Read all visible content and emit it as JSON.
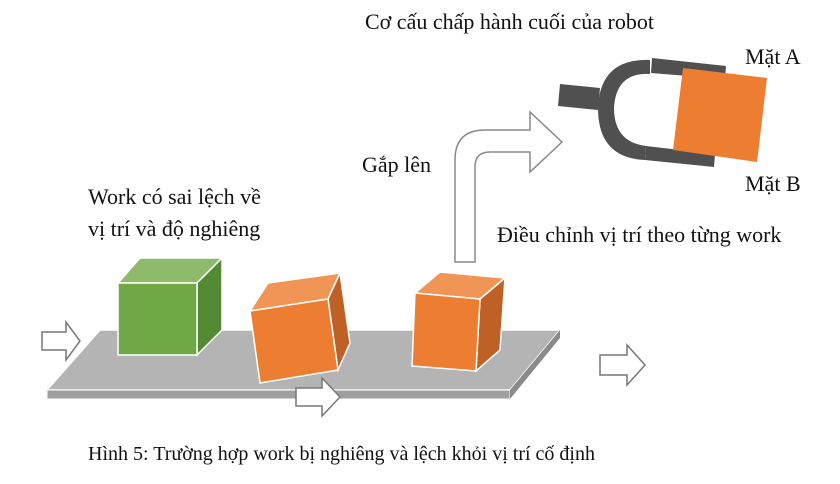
{
  "title": "Cơ cấu chấp hành cuối của robot",
  "labels": {
    "face_a": "Mặt A",
    "face_b": "Mặt B",
    "pick_up": "Gắp lên",
    "work_deviation_line1": "Work có sai lệch về",
    "work_deviation_line2": "vị trí và độ nghiêng",
    "adjust": "Điều chỉnh vị trí theo từng work"
  },
  "caption": "Hình 5: Trường hợp work bị nghiêng và lệch khỏi vị trí cố định",
  "colors": {
    "green": "#70a845",
    "orange": "#ed7d31",
    "conveyor": "#b4b4b4",
    "gripper": "#505050"
  }
}
